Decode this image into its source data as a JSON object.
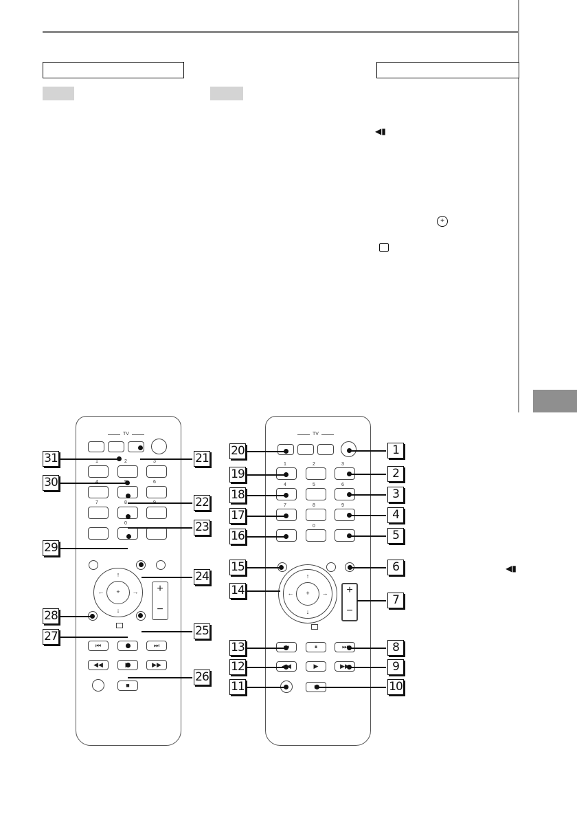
{
  "tv_label": "TV",
  "digits": [
    "1",
    "2",
    "3",
    "4",
    "5",
    "6",
    "7",
    "8",
    "9",
    "0"
  ],
  "callouts_left": [
    "31",
    "30",
    "22",
    "23",
    "29",
    "21",
    "24",
    "28",
    "27",
    "25",
    "26"
  ],
  "callouts_right": [
    "20",
    "19",
    "18",
    "17",
    "16",
    "15",
    "14",
    "13",
    "12",
    "11",
    "1",
    "2",
    "3",
    "4",
    "5",
    "6",
    "7",
    "8",
    "9",
    "10"
  ],
  "icons": {
    "arrow_up": "↑",
    "arrow_down": "↓",
    "arrow_left": "←",
    "arrow_right": "→",
    "plus": "+",
    "minus": "−",
    "prev": "⏮",
    "pause": "⏸",
    "next": "⏭",
    "rewind": "◀◀",
    "play": "▶",
    "forward": "▶▶",
    "stop": "■",
    "speaker_small": "◂▮"
  }
}
